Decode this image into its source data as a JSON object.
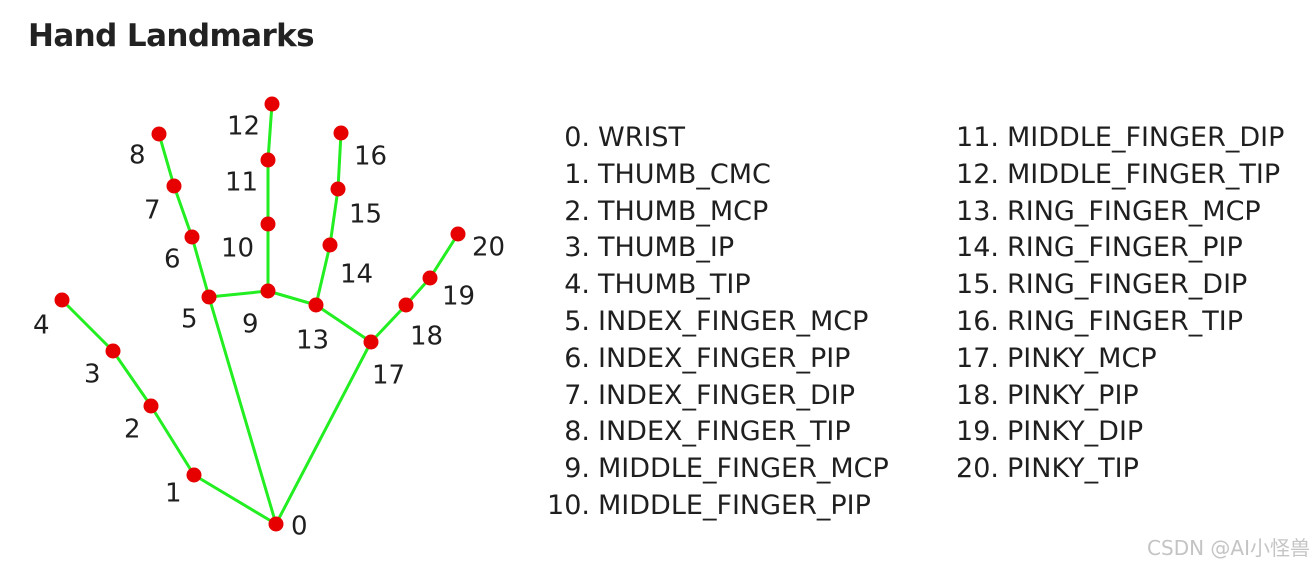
{
  "title": "Hand Landmarks",
  "colors": {
    "connection": "#22ee22",
    "landmark": "#e60000",
    "text": "#1f1f1f",
    "watermark": "#c4c4c4"
  },
  "landmarks": [
    {
      "id": "0",
      "name": "WRIST"
    },
    {
      "id": "1",
      "name": "THUMB_CMC"
    },
    {
      "id": "2",
      "name": "THUMB_MCP"
    },
    {
      "id": "3",
      "name": "THUMB_IP"
    },
    {
      "id": "4",
      "name": "THUMB_TIP"
    },
    {
      "id": "5",
      "name": "INDEX_FINGER_MCP"
    },
    {
      "id": "6",
      "name": "INDEX_FINGER_PIP"
    },
    {
      "id": "7",
      "name": "INDEX_FINGER_DIP"
    },
    {
      "id": "8",
      "name": "INDEX_FINGER_TIP"
    },
    {
      "id": "9",
      "name": "MIDDLE_FINGER_MCP"
    },
    {
      "id": "10",
      "name": "MIDDLE_FINGER_PIP"
    },
    {
      "id": "11",
      "name": "MIDDLE_FINGER_DIP"
    },
    {
      "id": "12",
      "name": "MIDDLE_FINGER_TIP"
    },
    {
      "id": "13",
      "name": "RING_FINGER_MCP"
    },
    {
      "id": "14",
      "name": "RING_FINGER_PIP"
    },
    {
      "id": "15",
      "name": "RING_FINGER_DIP"
    },
    {
      "id": "16",
      "name": "RING_FINGER_TIP"
    },
    {
      "id": "17",
      "name": "PINKY_MCP"
    },
    {
      "id": "18",
      "name": "PINKY_PIP"
    },
    {
      "id": "19",
      "name": "PINKY_DIP"
    },
    {
      "id": "20",
      "name": "PINKY_TIP"
    }
  ],
  "connections": [
    [
      0,
      1
    ],
    [
      1,
      2
    ],
    [
      2,
      3
    ],
    [
      3,
      4
    ],
    [
      0,
      5
    ],
    [
      5,
      6
    ],
    [
      6,
      7
    ],
    [
      7,
      8
    ],
    [
      5,
      9
    ],
    [
      9,
      10
    ],
    [
      10,
      11
    ],
    [
      11,
      12
    ],
    [
      9,
      13
    ],
    [
      13,
      14
    ],
    [
      14,
      15
    ],
    [
      15,
      16
    ],
    [
      13,
      17
    ],
    [
      17,
      18
    ],
    [
      18,
      19
    ],
    [
      19,
      20
    ],
    [
      0,
      17
    ]
  ],
  "watermark": "CSDN @AI小怪兽"
}
